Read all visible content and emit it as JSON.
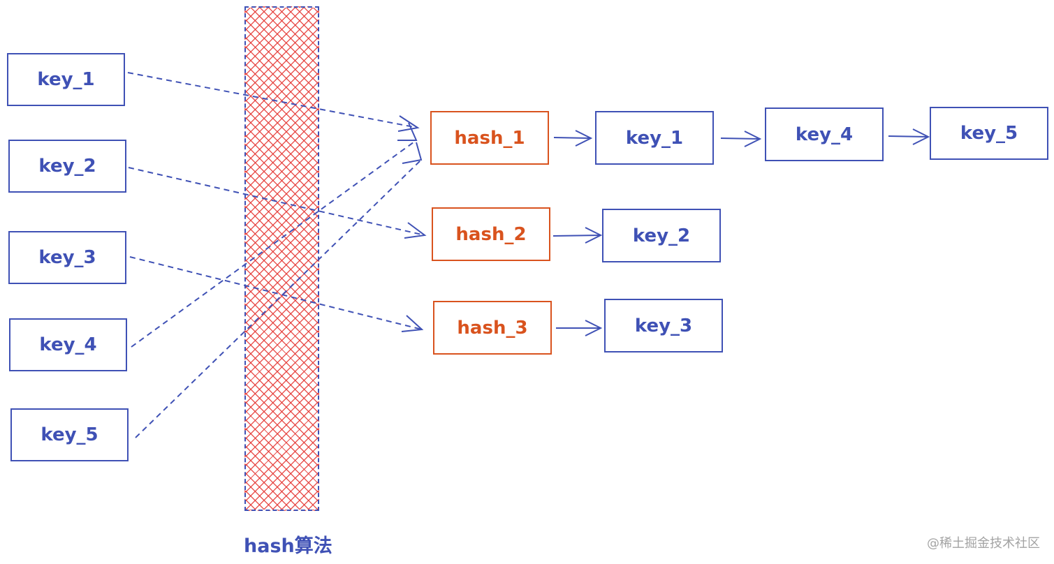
{
  "colors": {
    "key_blue": "#3f51b5",
    "hash_orange": "#d9531e",
    "hatch_red": "#e53935",
    "watermark_gray": "#a3a3a3"
  },
  "input_keys": [
    "key_1",
    "key_2",
    "key_3",
    "key_4",
    "key_5"
  ],
  "hash_function": {
    "label": "hash算法"
  },
  "buckets": [
    {
      "label": "hash_1",
      "chain": [
        "key_1",
        "key_4",
        "key_5"
      ]
    },
    {
      "label": "hash_2",
      "chain": [
        "key_2"
      ]
    },
    {
      "label": "hash_3",
      "chain": [
        "key_3"
      ]
    }
  ],
  "mappings": [
    {
      "from": "key_1",
      "to": "hash_1"
    },
    {
      "from": "key_2",
      "to": "hash_2"
    },
    {
      "from": "key_3",
      "to": "hash_3"
    },
    {
      "from": "key_4",
      "to": "hash_1"
    },
    {
      "from": "key_5",
      "to": "hash_1"
    }
  ],
  "watermark": "@稀土掘金技术社区"
}
